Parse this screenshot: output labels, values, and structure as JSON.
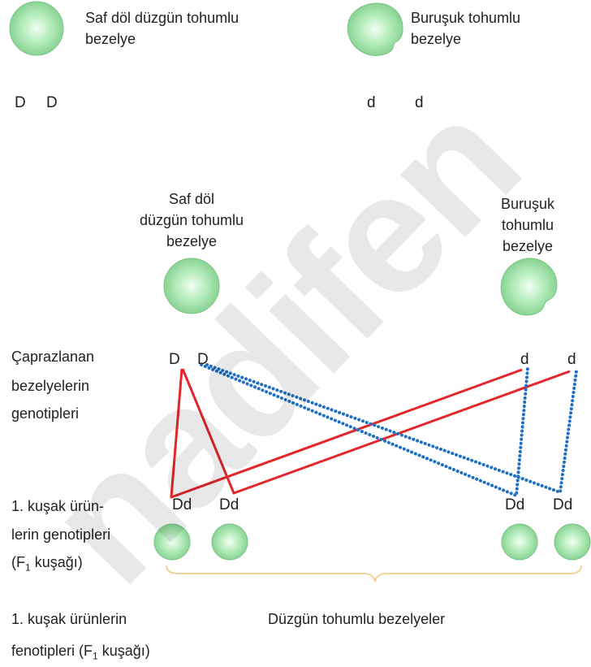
{
  "top": {
    "pure_smooth_label_line1": "Saf döl düzgün tohumlu",
    "pure_smooth_label_line2": "bezelye",
    "wrinkled_label_line1": "Buruşuk tohumlu",
    "wrinkled_label_line2": "bezelye",
    "smooth_alleles": [
      "D",
      "D"
    ],
    "wrinkled_alleles": [
      "d",
      "d"
    ]
  },
  "middle": {
    "pure_smooth_label": [
      "Saf döl",
      "düzgün tohumlu",
      "bezelye"
    ],
    "wrinkled_label": [
      "Buruşuk",
      "tohumlu",
      "bezelye"
    ]
  },
  "cross": {
    "parents_label": [
      "Çaprazlanan",
      "bezelyelerin",
      "genotipleri"
    ],
    "parent_smooth_alleles": [
      "D",
      "D"
    ],
    "parent_wrinkled_alleles": [
      "d",
      "d"
    ],
    "f1_genotype_label_line1": "1. kuşak ürün-",
    "f1_genotype_label_line2": "lerin genotipleri",
    "f1_genotype_label_line3_pre": "(F",
    "f1_genotype_label_line3_sub": "1",
    "f1_genotype_label_line3_post": " kuşağı)",
    "offspring_genotypes": [
      "Dd",
      "Dd",
      "Dd",
      "Dd"
    ]
  },
  "bottom": {
    "phenotype_label_line1": "1. kuşak ürünlerin",
    "phenotype_label_line2_pre": "fenotipleri (F",
    "phenotype_label_line2_sub": "1",
    "phenotype_label_line2_post": " kuşağı)",
    "result_label": "Düzgün tohumlu bezelyeler"
  },
  "watermark": "nadifen",
  "colors": {
    "seed_fill": "#aee8b4",
    "seed_edge": "#6fbf7b",
    "red_line": "#e4262a",
    "blue_dots": "#1f6fc4",
    "brace": "#f3d29a",
    "watermark": "#000000"
  }
}
